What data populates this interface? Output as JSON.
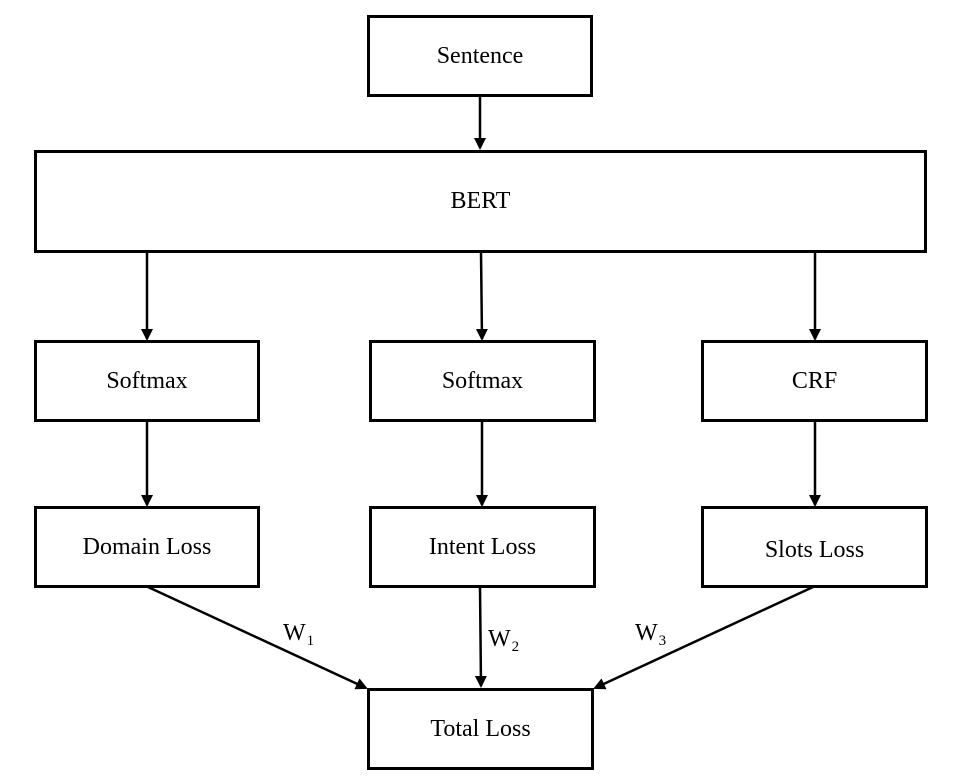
{
  "diagram": {
    "nodes": {
      "sentence": "Sentence",
      "bert": "BERT",
      "softmax_domain": "Softmax",
      "softmax_intent": "Softmax",
      "crf": "CRF",
      "domain_loss": "Domain Loss",
      "intent_loss": "Intent Loss",
      "slots_loss": "Slots Loss",
      "total_loss": "Total Loss"
    },
    "weights": {
      "w1": {
        "base": "W",
        "sub": "1"
      },
      "w2": {
        "base": "W",
        "sub": "2"
      },
      "w3": {
        "base": "W",
        "sub": "3"
      }
    },
    "edges": [
      [
        "sentence",
        "bert"
      ],
      [
        "bert",
        "softmax_domain"
      ],
      [
        "bert",
        "softmax_intent"
      ],
      [
        "bert",
        "crf"
      ],
      [
        "softmax_domain",
        "domain_loss"
      ],
      [
        "softmax_intent",
        "intent_loss"
      ],
      [
        "crf",
        "slots_loss"
      ],
      [
        "domain_loss",
        "total_loss"
      ],
      [
        "intent_loss",
        "total_loss"
      ],
      [
        "slots_loss",
        "total_loss"
      ]
    ],
    "colors": {
      "stroke": "#000000",
      "fill": "#ffffff"
    }
  }
}
